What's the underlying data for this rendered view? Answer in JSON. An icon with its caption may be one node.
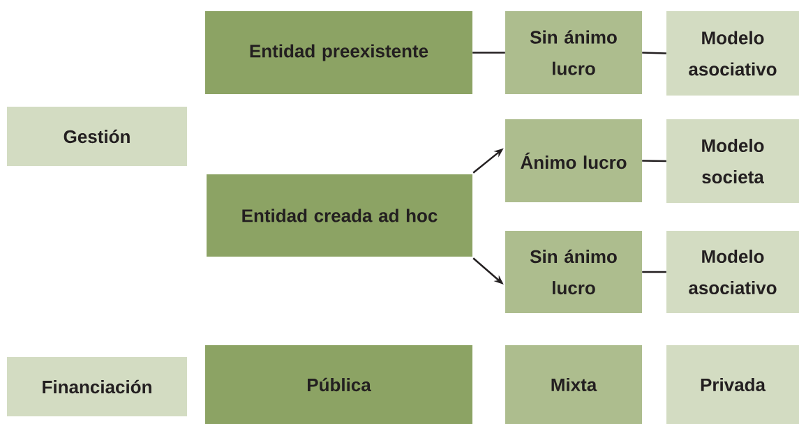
{
  "diagram": {
    "nodes": [
      {
        "text": [
          "Gestión"
        ]
      },
      {
        "text": [
          "Entidad preexistente"
        ]
      },
      {
        "text": [
          "Sin ánimo lucro"
        ]
      },
      {
        "text": [
          "Modelo asociativo"
        ]
      },
      {
        "text": [
          "Ánimo lucro"
        ]
      },
      {
        "text": [
          "Modelo societa"
        ]
      },
      {
        "text": [
          "Entidad creada ad hoc"
        ]
      },
      {
        "text": [
          "Sin ánimo lucro"
        ]
      },
      {
        "text": [
          "Modelo asociativo"
        ]
      },
      {
        "text": [
          "Financiación"
        ]
      },
      {
        "text": [
          "Pública"
        ]
      },
      {
        "text": [
          "Mixta"
        ]
      },
      {
        "text": [
          "Privada"
        ]
      }
    ],
    "edges": [
      {
        "from": 1,
        "to": 2,
        "arrow": "none"
      },
      {
        "from": 2,
        "to": 3,
        "arrow": "none"
      },
      {
        "from": 6,
        "to": 4,
        "arrow": "to"
      },
      {
        "from": 6,
        "to": 7,
        "arrow": "to"
      },
      {
        "from": 4,
        "to": 5,
        "arrow": "none"
      },
      {
        "from": 7,
        "to": 8,
        "arrow": "none"
      }
    ]
  }
}
